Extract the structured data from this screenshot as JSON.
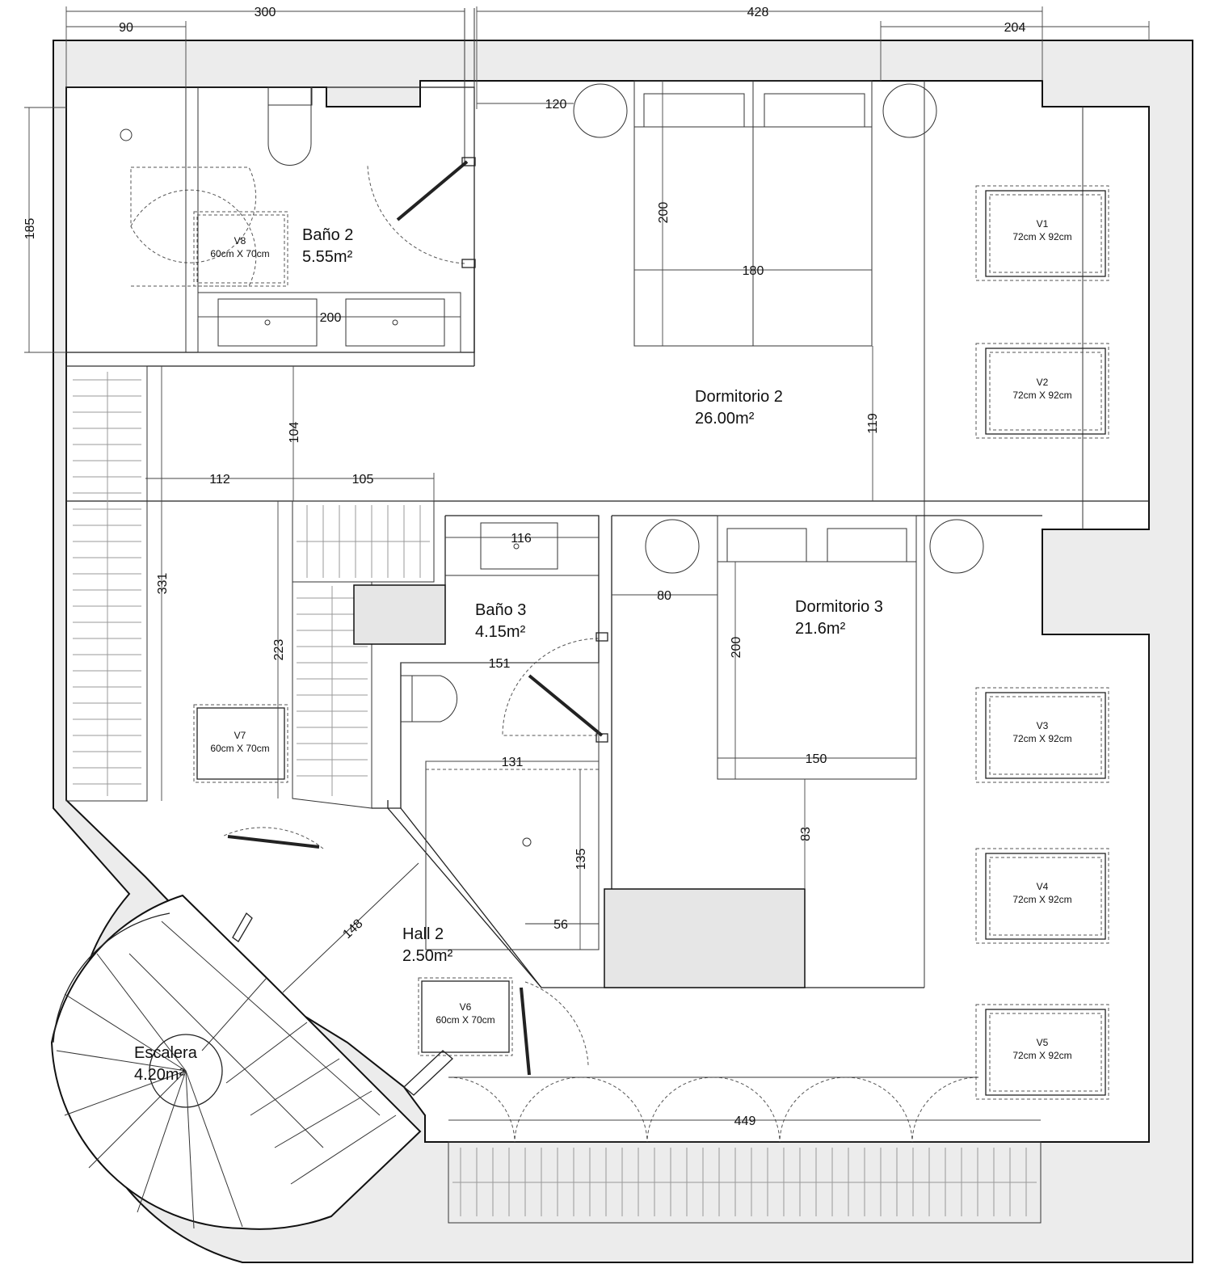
{
  "rooms": {
    "bano2": {
      "name": "Baño 2",
      "area": "5.55m²"
    },
    "dormitorio2": {
      "name": "Dormitorio 2",
      "area": "26.00m²"
    },
    "bano3": {
      "name": "Baño 3",
      "area": "4.15m²"
    },
    "dormitorio3": {
      "name": "Dormitorio 3",
      "area": "21.6m²"
    },
    "hall2": {
      "name": "Hall 2",
      "area": "2.50m²"
    },
    "escalera": {
      "name": "Escalera",
      "area": "4.20m²"
    }
  },
  "dimensions": {
    "d90": "90",
    "d300": "300",
    "d428": "428",
    "d204": "204",
    "d185": "185",
    "d120": "120",
    "d200_bath": "200",
    "d200_bed2": "200",
    "d180": "180",
    "d104": "104",
    "d112": "112",
    "d105": "105",
    "d119": "119",
    "d331": "331",
    "d116": "116",
    "d223": "223",
    "d80": "80",
    "d151": "151",
    "d200_bed3": "200",
    "d131": "131",
    "d150": "150",
    "d83": "83",
    "d135": "135",
    "d56": "56",
    "d148": "148",
    "d449": "449"
  },
  "windows": {
    "v1": {
      "id": "V1",
      "size": "72cm X 92cm"
    },
    "v2": {
      "id": "V2",
      "size": "72cm X 92cm"
    },
    "v3": {
      "id": "V3",
      "size": "72cm X 92cm"
    },
    "v4": {
      "id": "V4",
      "size": "72cm X 92cm"
    },
    "v5": {
      "id": "V5",
      "size": "72cm X 92cm"
    },
    "v6": {
      "id": "V6",
      "size": "60cm X 70cm"
    },
    "v7": {
      "id": "V7",
      "size": "60cm X 70cm"
    },
    "v8": {
      "id": "V8",
      "size": "60cm X 70cm"
    }
  }
}
